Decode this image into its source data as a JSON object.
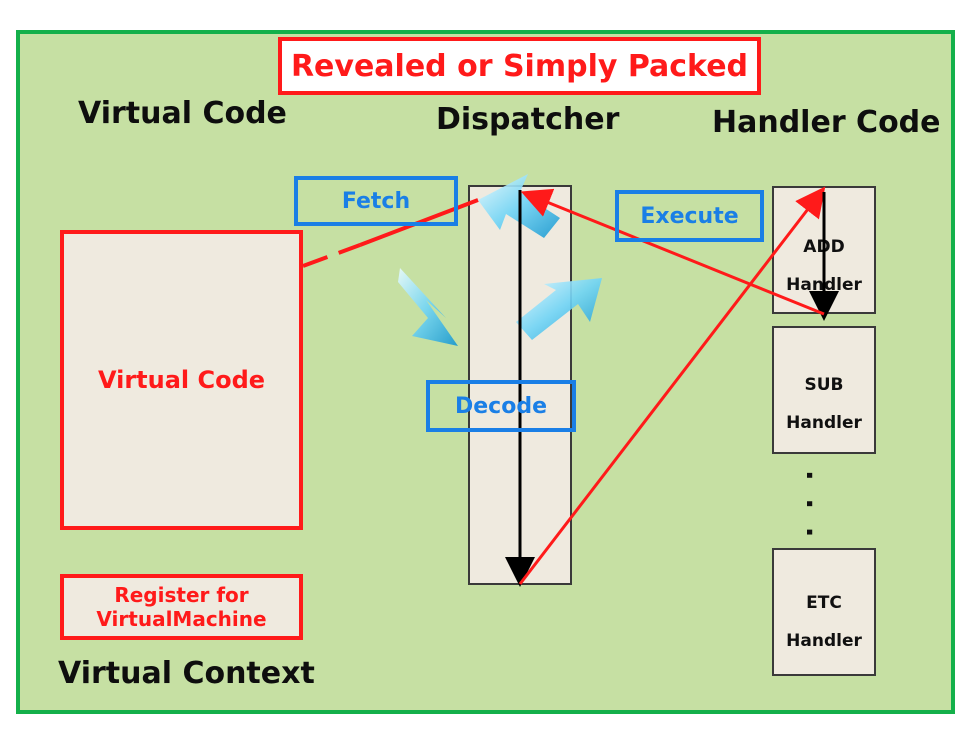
{
  "title_banner": "Revealed or Simply Packed",
  "headings": {
    "virtual_code": "Virtual Code",
    "dispatcher": "Dispatcher",
    "handler_code": "Handler Code",
    "virtual_context": "Virtual Context"
  },
  "virtual_code_box": "Virtual Code",
  "register_box": {
    "line1": "Register for",
    "line2": "VirtualMachine"
  },
  "stages": {
    "fetch": "Fetch",
    "decode": "Decode",
    "execute": "Execute"
  },
  "handlers": [
    {
      "line1": "ADD",
      "line2": "Handler"
    },
    {
      "line1": "SUB",
      "line2": "Handler"
    },
    {
      "line1": "ETC",
      "line2": "Handler"
    }
  ],
  "ellipsis": ". . .",
  "colors": {
    "background": "#c6e0a3",
    "frame_border": "#14b04a",
    "red": "#ff1a1a",
    "blue": "#1a7fe6",
    "panel": "#efeadf"
  }
}
